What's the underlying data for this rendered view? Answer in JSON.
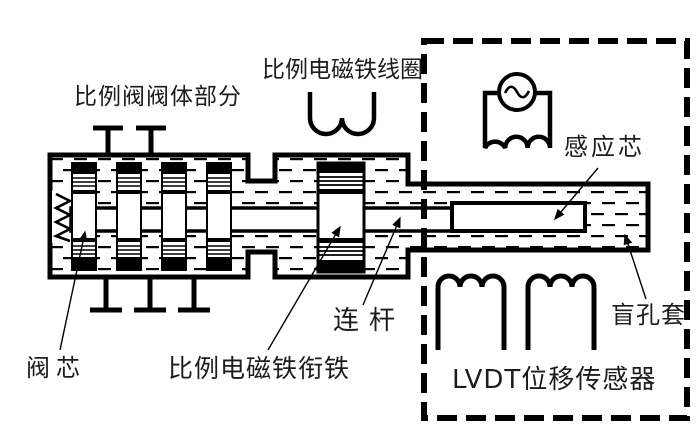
{
  "diagram": {
    "background_color": "#ffffff",
    "line_color": "#000000",
    "labels": {
      "valve_body": "比例阀阀体部分",
      "solenoid_coil": "比例电磁铁线圈",
      "induction_core": "感应芯",
      "spool": "阀芯",
      "armature": "比例电磁铁衔铁",
      "connecting_rod": "连杆",
      "blind_hole_sleeve": "盲孔套",
      "lvdt_sensor": "LVDT位移传感器"
    },
    "icons": {
      "ac_source": "ac-source-icon",
      "solenoid_coil": "solenoid-coil-icon",
      "primary_coil": "primary-coil-icon",
      "secondary_coil_left": "secondary-coil-left-icon",
      "secondary_coil_right": "secondary-coil-right-icon",
      "spring": "spring-icon"
    }
  }
}
